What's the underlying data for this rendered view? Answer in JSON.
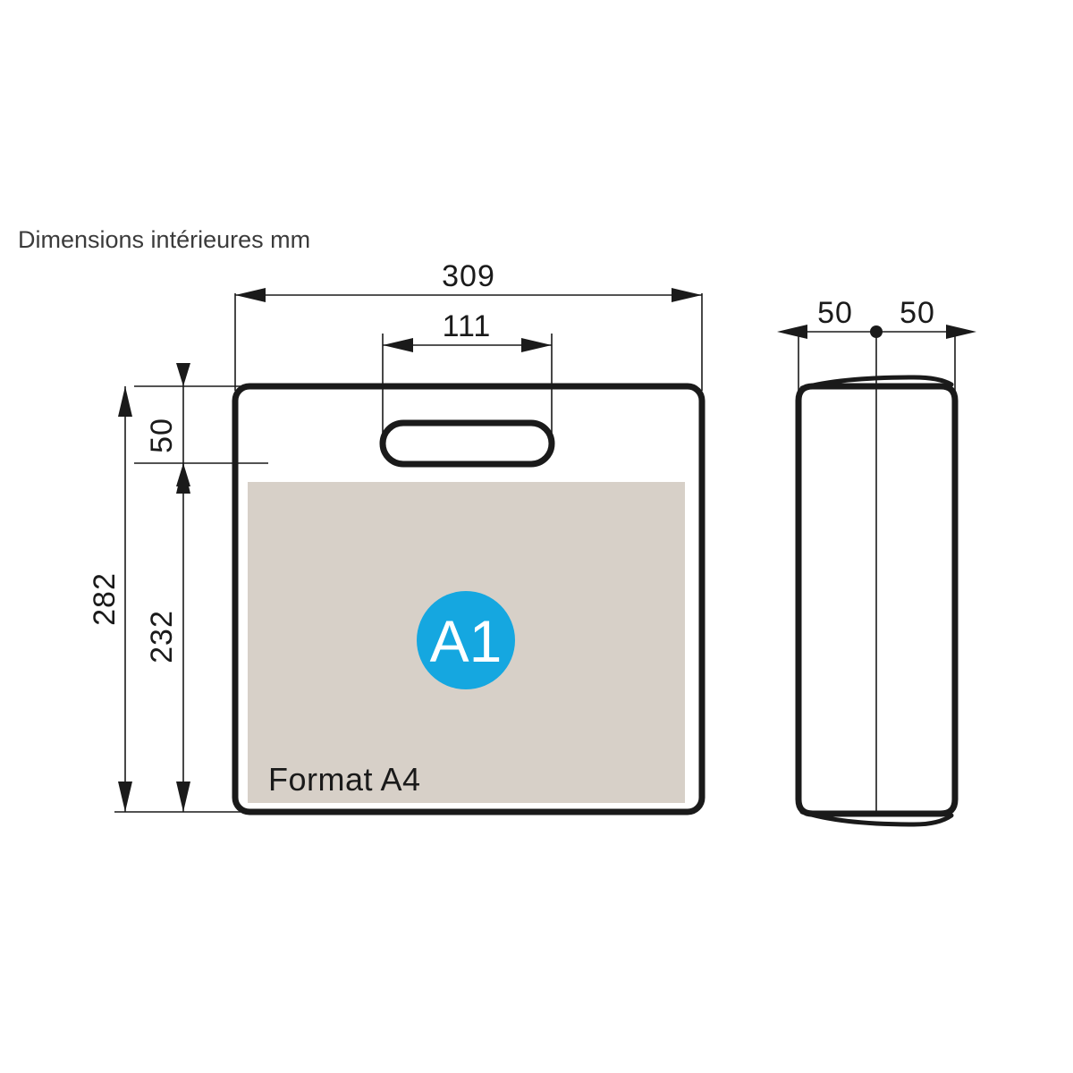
{
  "drawing": {
    "title": "Dimensions intérieures mm",
    "units": "mm",
    "colors": {
      "line": "#1a1a1a",
      "sheet": "#d7d0c8",
      "badge": "#15a7e0",
      "badge_text": "#ffffff",
      "background": "#ffffff"
    }
  },
  "front_view": {
    "name": "front-view",
    "dimensions": {
      "width_overall": "309",
      "handle_width": "111",
      "height_overall": "282",
      "height_body": "232",
      "height_top": "50"
    },
    "sheet": {
      "label": "Format A4",
      "badge_label": "A1"
    }
  },
  "side_view": {
    "name": "side-view",
    "dimensions": {
      "depth_left": "50",
      "depth_right": "50"
    }
  }
}
